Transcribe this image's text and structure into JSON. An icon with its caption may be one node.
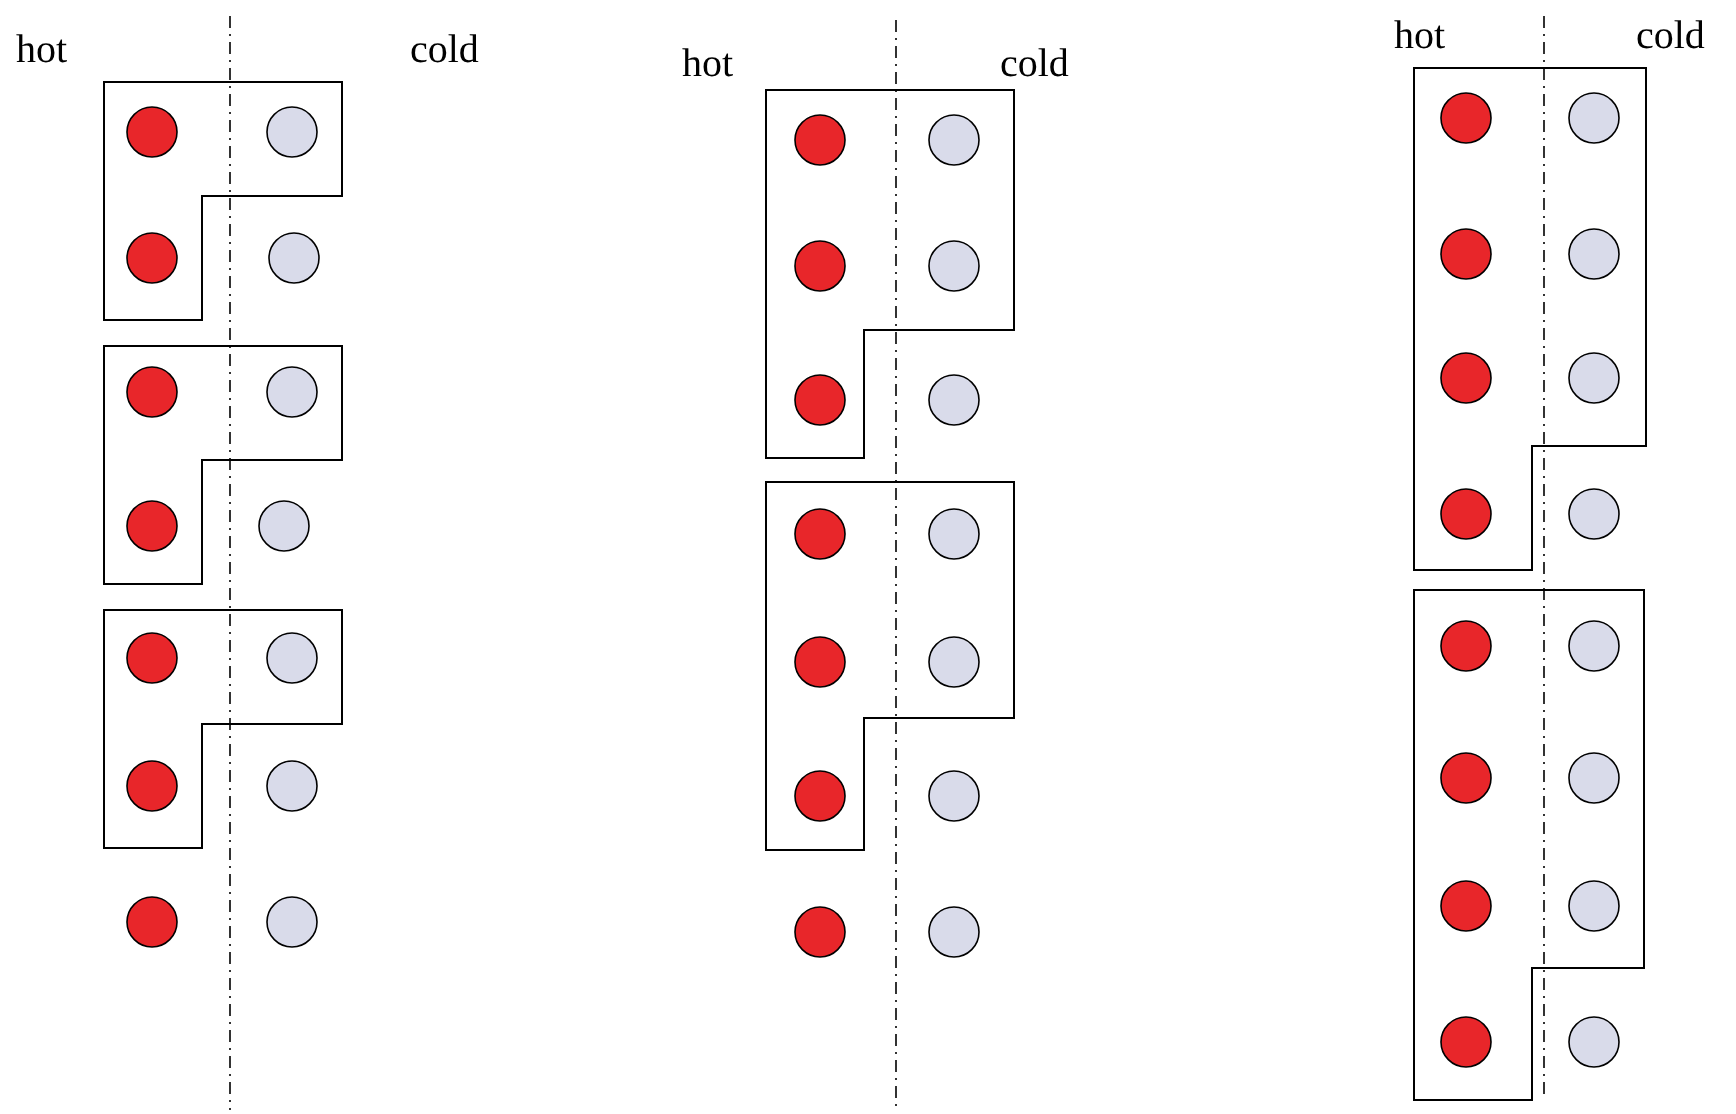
{
  "diagram": {
    "labels": [
      "hot",
      "cold",
      "hot",
      "cold",
      "hot",
      "cold"
    ]
  }
}
